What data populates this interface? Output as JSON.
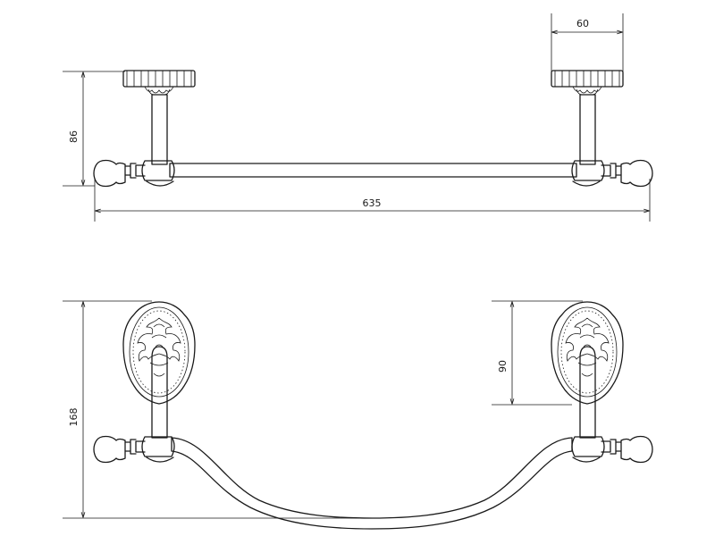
{
  "drawing": {
    "top_view": {
      "dim_overall_length": "635",
      "dim_height": "86",
      "dim_flange_width": "60"
    },
    "front_view": {
      "dim_total_height": "168",
      "dim_plate_height": "90"
    }
  }
}
